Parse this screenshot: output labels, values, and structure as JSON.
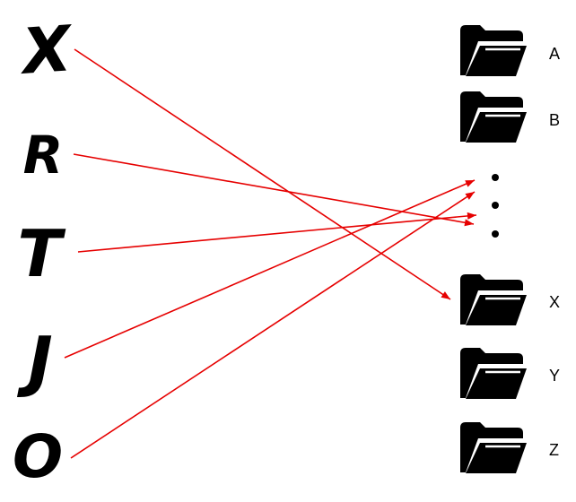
{
  "letters": [
    "X",
    "R",
    "T",
    "J",
    "O"
  ],
  "folders": [
    "A",
    "B",
    "X",
    "Y",
    "Z"
  ],
  "ellipsis": "⋮",
  "mappings": [
    {
      "from": "X",
      "to": "X"
    },
    {
      "from": "R",
      "to": "ellipsis"
    },
    {
      "from": "T",
      "to": "ellipsis"
    },
    {
      "from": "J",
      "to": "ellipsis"
    },
    {
      "from": "O",
      "to": "ellipsis"
    }
  ],
  "colors": {
    "arrow": "#e60000",
    "ink": "#000000"
  },
  "icons": {
    "folder": "folder-icon"
  }
}
